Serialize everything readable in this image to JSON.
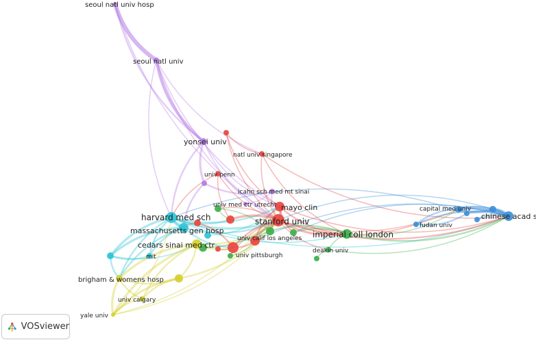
{
  "brand": {
    "name": "VOSviewer",
    "logo_icon": "vosviewer-network-logo-icon"
  },
  "colors": {
    "red": "#e8483f",
    "green": "#3db04a",
    "blue": "#3f8fd8",
    "yellow": "#d4d030",
    "purple": "#b57ce6",
    "cyan": "#2ec4d6"
  },
  "nodes": [
    {
      "id": "seoul_natl_univ_hosp",
      "label": "seoul natl univ hosp",
      "cluster": "purple",
      "size": 3
    },
    {
      "id": "seoul_natl_univ",
      "label": "seoul natl univ",
      "cluster": "purple",
      "size": 4
    },
    {
      "id": "yonsei_univ",
      "label": "yonsei univ",
      "cluster": "purple",
      "size": 5
    },
    {
      "id": "icahn",
      "label": "icahn sch med mt sinai",
      "cluster": "purple",
      "size": 4
    },
    {
      "id": "purple_small_a",
      "label": "",
      "cluster": "purple",
      "size": 4
    },
    {
      "id": "purple_small_b",
      "label": "",
      "cluster": "purple",
      "size": 3
    },
    {
      "id": "natl_univ_singapore",
      "label": "natl univ singapore",
      "cluster": "red",
      "size": 4
    },
    {
      "id": "red_top",
      "label": "",
      "cluster": "red",
      "size": 4
    },
    {
      "id": "univ_penn",
      "label": "univ penn",
      "cluster": "red",
      "size": 4
    },
    {
      "id": "mayo_clin",
      "label": "mayo clin",
      "cluster": "red",
      "size": 7
    },
    {
      "id": "stanford_univ",
      "label": "stanford univ",
      "cluster": "red",
      "size": 9
    },
    {
      "id": "red_center",
      "label": "",
      "cluster": "red",
      "size": 6
    },
    {
      "id": "univ_calif_los_angeles",
      "label": "univ calif los angeles",
      "cluster": "red",
      "size": 7
    },
    {
      "id": "red_big",
      "label": "",
      "cluster": "red",
      "size": 8
    },
    {
      "id": "red_left",
      "label": "",
      "cluster": "red",
      "size": 5
    },
    {
      "id": "red_small",
      "label": "",
      "cluster": "red",
      "size": 4
    },
    {
      "id": "univ_med_ctr_utrecht",
      "label": "univ med ctr utrecht",
      "cluster": "green",
      "size": 5
    },
    {
      "id": "green_mid",
      "label": "",
      "cluster": "green",
      "size": 6
    },
    {
      "id": "imperial_coll_london",
      "label": "imperial coll london",
      "cluster": "green",
      "size": 7
    },
    {
      "id": "deakin_univ",
      "label": "deakin univ",
      "cluster": "green",
      "size": 4
    },
    {
      "id": "univ_pittsburgh",
      "label": "univ pittsburgh",
      "cluster": "green",
      "size": 4
    },
    {
      "id": "cedars_green",
      "label": "",
      "cluster": "green",
      "size": 6
    },
    {
      "id": "green_low",
      "label": "",
      "cluster": "green",
      "size": 4
    },
    {
      "id": "green_right",
      "label": "",
      "cluster": "green",
      "size": 5
    },
    {
      "id": "chinese_acad_sci",
      "label": "chinese acad sci",
      "cluster": "blue",
      "size": 7
    },
    {
      "id": "capital_med_univ",
      "label": "capital med univ",
      "cluster": "blue",
      "size": 5
    },
    {
      "id": "fudan_univ",
      "label": "fudan univ",
      "cluster": "blue",
      "size": 4
    },
    {
      "id": "blue_a",
      "label": "",
      "cluster": "blue",
      "size": 5
    },
    {
      "id": "blue_b",
      "label": "",
      "cluster": "blue",
      "size": 4
    },
    {
      "id": "blue_c",
      "label": "",
      "cluster": "blue",
      "size": 4
    },
    {
      "id": "harvard_med_sch",
      "label": "harvard med sch",
      "cluster": "cyan",
      "size": 8
    },
    {
      "id": "massachusetts_gen_hosp",
      "label": "massachusetts gen hosp",
      "cluster": "cyan",
      "size": 7
    },
    {
      "id": "mit",
      "label": "mit",
      "cluster": "cyan",
      "size": 4
    },
    {
      "id": "cyan_left",
      "label": "",
      "cluster": "cyan",
      "size": 5
    },
    {
      "id": "cyan_center",
      "label": "",
      "cluster": "cyan",
      "size": 5
    },
    {
      "id": "cedars_sinai_med_ctr",
      "label": "cedars sinai med ctr",
      "cluster": "yellow",
      "size": 7
    },
    {
      "id": "brigham_womens_hosp",
      "label": "brigham & womens hosp",
      "cluster": "yellow",
      "size": 5
    },
    {
      "id": "yellow_mid",
      "label": "",
      "cluster": "yellow",
      "size": 6
    },
    {
      "id": "univ_calgary",
      "label": "univ calgary",
      "cluster": "yellow",
      "size": 4
    },
    {
      "id": "yale_univ",
      "label": "yale univ",
      "cluster": "yellow",
      "size": 3
    }
  ],
  "links": [
    [
      "seoul_natl_univ_hosp",
      "seoul_natl_univ",
      6
    ],
    [
      "seoul_natl_univ",
      "yonsei_univ",
      4
    ],
    [
      "seoul_natl_univ_hosp",
      "yonsei_univ",
      2
    ],
    [
      "yonsei_univ",
      "purple_small_a",
      3
    ],
    [
      "yonsei_univ",
      "harvard_med_sch",
      2
    ],
    [
      "seoul_natl_univ",
      "stanford_univ",
      1
    ],
    [
      "seoul_natl_univ",
      "harvard_med_sch",
      1
    ],
    [
      "seoul_natl_univ",
      "natl_univ_singapore",
      1
    ],
    [
      "seoul_natl_univ",
      "mayo_clin",
      1
    ],
    [
      "seoul_natl_univ_hosp",
      "stanford_univ",
      1
    ],
    [
      "yonsei_univ",
      "stanford_univ",
      1
    ],
    [
      "yonsei_univ",
      "mayo_clin",
      1
    ],
    [
      "purple_small_a",
      "icahn",
      2
    ],
    [
      "purple_small_a",
      "massachusetts_gen_hosp",
      2
    ],
    [
      "purple_small_b",
      "icahn",
      1
    ],
    [
      "icahn",
      "stanford_univ",
      1
    ],
    [
      "red_top",
      "natl_univ_singapore",
      1
    ],
    [
      "red_top",
      "stanford_univ",
      1
    ],
    [
      "red_top",
      "mayo_clin",
      1
    ],
    [
      "natl_univ_singapore",
      "stanford_univ",
      1
    ],
    [
      "natl_univ_singapore",
      "imperial_coll_london",
      1
    ],
    [
      "natl_univ_singapore",
      "chinese_acad_sci",
      1
    ],
    [
      "univ_penn",
      "stanford_univ",
      1
    ],
    [
      "univ_penn",
      "red_center",
      1
    ],
    [
      "univ_penn",
      "harvard_med_sch",
      1
    ],
    [
      "harvard_med_sch",
      "massachusetts_gen_hosp",
      4
    ],
    [
      "harvard_med_sch",
      "stanford_univ",
      3
    ],
    [
      "harvard_med_sch",
      "mayo_clin",
      2
    ],
    [
      "harvard_med_sch",
      "cyan_left",
      3
    ],
    [
      "harvard_med_sch",
      "mit",
      2
    ],
    [
      "harvard_med_sch",
      "brigham_womens_hosp",
      2
    ],
    [
      "harvard_med_sch",
      "red_center",
      2
    ],
    [
      "harvard_med_sch",
      "imperial_coll_london",
      1
    ],
    [
      "harvard_med_sch",
      "chinese_acad_sci",
      1
    ],
    [
      "massachusetts_gen_hosp",
      "cyan_left",
      3
    ],
    [
      "massachusetts_gen_hosp",
      "mit",
      2
    ],
    [
      "massachusetts_gen_hosp",
      "brigham_womens_hosp",
      2
    ],
    [
      "massachusetts_gen_hosp",
      "stanford_univ",
      2
    ],
    [
      "massachusetts_gen_hosp",
      "red_big",
      2
    ],
    [
      "cyan_left",
      "mit",
      2
    ],
    [
      "cyan_left",
      "brigham_womens_hosp",
      2
    ],
    [
      "cyan_left",
      "cedars_sinai_med_ctr",
      1
    ],
    [
      "cyan_center",
      "mayo_clin",
      1
    ],
    [
      "cedars_sinai_med_ctr",
      "brigham_womens_hosp",
      3
    ],
    [
      "cedars_sinai_med_ctr",
      "yale_univ",
      3
    ],
    [
      "cedars_sinai_med_ctr",
      "univ_calgary",
      2
    ],
    [
      "cedars_sinai_med_ctr",
      "stanford_univ",
      2
    ],
    [
      "cedars_sinai_med_ctr",
      "red_big",
      2
    ],
    [
      "brigham_womens_hosp",
      "yale_univ",
      3
    ],
    [
      "brigham_womens_hosp",
      "univ_calgary",
      2
    ],
    [
      "brigham_womens_hosp",
      "yellow_mid",
      2
    ],
    [
      "yellow_mid",
      "yale_univ",
      3
    ],
    [
      "yellow_mid",
      "univ_calgary",
      2
    ],
    [
      "yellow_mid",
      "stanford_univ",
      2
    ],
    [
      "yellow_mid",
      "cedars_sinai_med_ctr",
      2
    ],
    [
      "univ_calgary",
      "yale_univ",
      2
    ],
    [
      "yale_univ",
      "harvard_med_sch",
      1
    ],
    [
      "yale_univ",
      "stanford_univ",
      1
    ],
    [
      "yale_univ",
      "mayo_clin",
      1
    ],
    [
      "stanford_univ",
      "mayo_clin",
      3
    ],
    [
      "stanford_univ",
      "imperial_coll_london",
      3
    ],
    [
      "stanford_univ",
      "univ_calif_los_angeles",
      3
    ],
    [
      "stanford_univ",
      "red_center",
      3
    ],
    [
      "stanford_univ",
      "green_mid",
      3
    ],
    [
      "stanford_univ",
      "red_big",
      2
    ],
    [
      "stanford_univ",
      "chinese_acad_sci",
      2
    ],
    [
      "stanford_univ",
      "capital_med_univ",
      1
    ],
    [
      "stanford_univ",
      "fudan_univ",
      1
    ],
    [
      "stanford_univ",
      "deakin_univ",
      1
    ],
    [
      "stanford_univ",
      "univ_pittsburgh",
      1
    ],
    [
      "stanford_univ",
      "univ_med_ctr_utrecht",
      1
    ],
    [
      "mayo_clin",
      "imperial_coll_london",
      2
    ],
    [
      "mayo_clin",
      "chinese_acad_sci",
      1
    ],
    [
      "mayo_clin",
      "univ_calif_los_angeles",
      2
    ],
    [
      "mayo_clin",
      "green_right",
      2
    ],
    [
      "imperial_coll_london",
      "chinese_acad_sci",
      2
    ],
    [
      "imperial_coll_london",
      "capital_med_univ",
      1
    ],
    [
      "imperial_coll_london",
      "deakin_univ",
      1
    ],
    [
      "imperial_coll_london",
      "green_right",
      2
    ],
    [
      "imperial_coll_london",
      "green_mid",
      2
    ],
    [
      "green_mid",
      "univ_calif_los_angeles",
      2
    ],
    [
      "green_mid",
      "univ_med_ctr_utrecht",
      1
    ],
    [
      "deakin_univ",
      "green_low",
      1
    ],
    [
      "deakin_univ",
      "chinese_acad_sci",
      1
    ],
    [
      "univ_pittsburgh",
      "univ_calif_los_angeles",
      1
    ],
    [
      "red_big",
      "red_left",
      2
    ],
    [
      "red_big",
      "univ_calif_los_angeles",
      2
    ],
    [
      "red_small",
      "red_big",
      1
    ],
    [
      "red_left",
      "massachusetts_gen_hosp",
      1
    ],
    [
      "cedars_green",
      "cedars_sinai_med_ctr",
      2
    ],
    [
      "cedars_green",
      "stanford_univ",
      2
    ],
    [
      "univ_med_ctr_utrecht",
      "red_center",
      1
    ],
    [
      "chinese_acad_sci",
      "capital_med_univ",
      5
    ],
    [
      "chinese_acad_sci",
      "blue_a",
      4
    ],
    [
      "chinese_acad_sci",
      "blue_b",
      3
    ],
    [
      "chinese_acad_sci",
      "blue_c",
      3
    ],
    [
      "chinese_acad_sci",
      "fudan_univ",
      2
    ],
    [
      "capital_med_univ",
      "blue_a",
      3
    ],
    [
      "capital_med_univ",
      "fudan_univ",
      2
    ],
    [
      "fudan_univ",
      "blue_c",
      2
    ],
    [
      "blue_a",
      "stanford_univ",
      1
    ],
    [
      "blue_c",
      "harvard_med_sch",
      1
    ],
    [
      "chinese_acad_sci",
      "univ_calif_los_angeles",
      1
    ],
    [
      "chinese_acad_sci",
      "green_right",
      1
    ]
  ]
}
